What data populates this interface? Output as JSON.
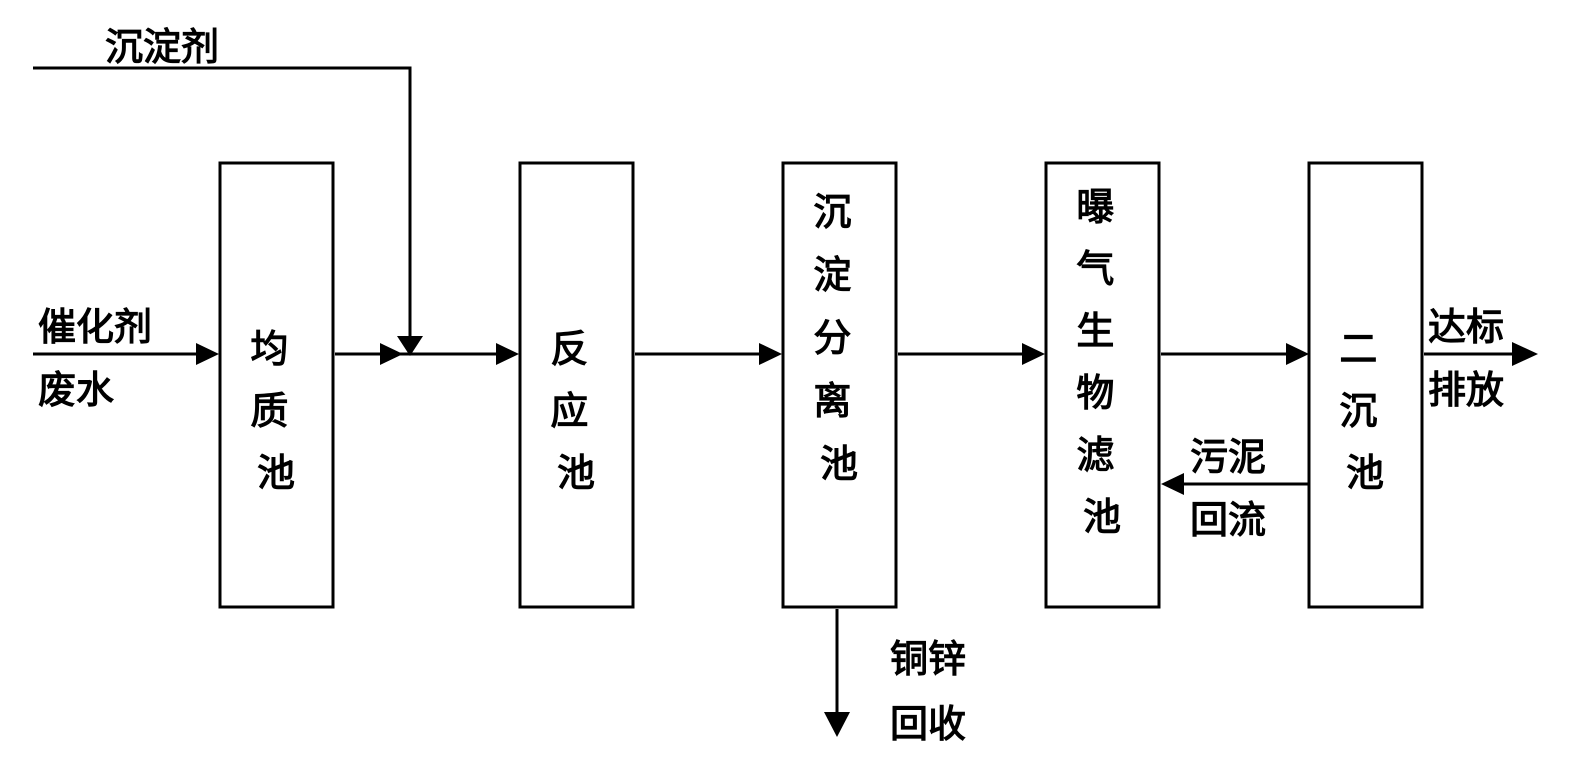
{
  "inputs": {
    "precipitant": "沉淀剂",
    "feed_line1": "催化剂",
    "feed_line2": "废水"
  },
  "tanks": [
    {
      "id": "equalization",
      "label": "均质池"
    },
    {
      "id": "reaction",
      "label": "反应池"
    },
    {
      "id": "sedimentation",
      "label": "沉淀分离池"
    },
    {
      "id": "biofilter",
      "label": "曝气生物滤池"
    },
    {
      "id": "secondary",
      "label": "二沉池"
    }
  ],
  "outputs": {
    "discharge_line1": "达标",
    "discharge_line2": "排放",
    "recovery_line1": "铜锌",
    "recovery_line2": "回收",
    "sludge_line1": "污泥",
    "sludge_line2": "回流"
  }
}
